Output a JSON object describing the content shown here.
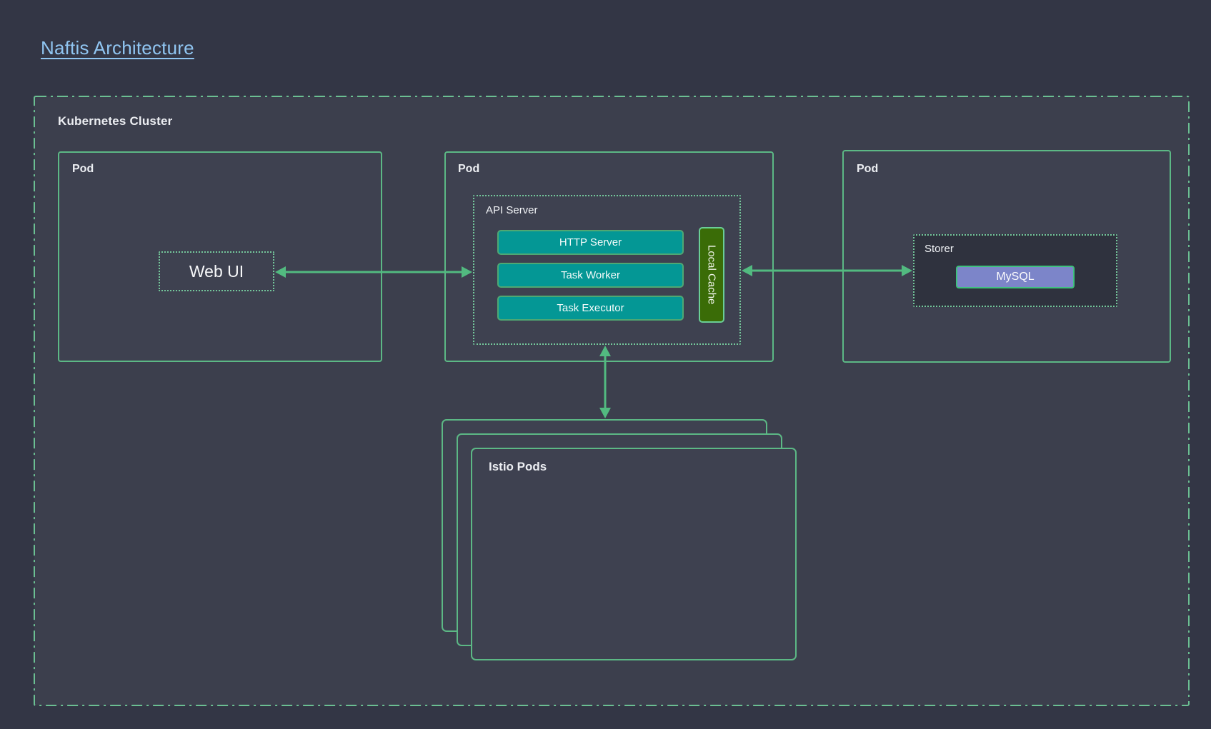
{
  "page": {
    "title": "Naftis Architecture"
  },
  "cluster": {
    "label": "Kubernetes Cluster"
  },
  "pods": {
    "web_pod_label": "Pod",
    "api_pod_label": "Pod",
    "storer_pod_label": "Pod"
  },
  "web_ui": {
    "label": "Web UI"
  },
  "api_server": {
    "label": "API Server",
    "components": [
      "HTTP Server",
      "Task Worker",
      "Task Executor"
    ],
    "local_cache_label": "Local Cache"
  },
  "storer": {
    "label": "Storer",
    "mysql_label": "MySQL"
  },
  "istio": {
    "label": "Istio Pods"
  },
  "colors": {
    "background": "#333645",
    "cluster_background": "#3c3f4d",
    "pod_background": "#3e4150",
    "storer_background": "#2f323e",
    "border_green": "#5cb885",
    "dotted_green": "#74c79b",
    "arrow_green": "#52ba80",
    "teal_fill": "#049795",
    "local_cache_fill": "#3a6c07",
    "mysql_fill": "#7c85c9",
    "title_blue": "#90c5f1"
  }
}
